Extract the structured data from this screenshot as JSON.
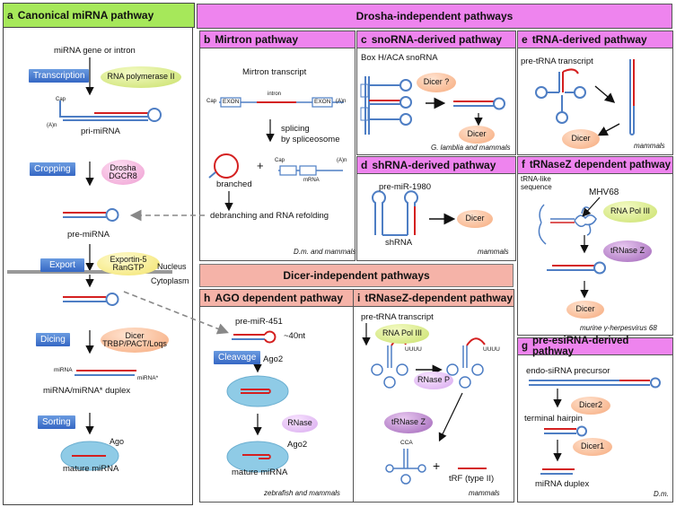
{
  "colors": {
    "green_header": "#a6e85a",
    "pink_header": "#ee84ee",
    "salmon_header": "#f5b3a8",
    "rna_red": "#d42020",
    "rna_blue": "#4e7ec4"
  },
  "panel_a": {
    "letter": "a",
    "title": "Canonical miRNA pathway",
    "gene": "miRNA gene or intron",
    "transcription": "Transcription",
    "pol2": "RNA polymerase II",
    "cap": "Cap",
    "an": "(A)n",
    "pri": "pri-miRNA",
    "cropping": "Cropping",
    "drosha": "Drosha",
    "dgcr8": "DGCR8",
    "pre": "pre-miRNA",
    "export": "Export",
    "exportin": "Exportin-5",
    "rangtp": "RanGTP",
    "nucleus": "Nucleus",
    "cytoplasm": "Cytoplasm",
    "dicing": "Dicing",
    "dicer": "Dicer",
    "trbp": "TRBP/PACT/Loqs",
    "mirna": "miRNA",
    "mirnastar": "miRNA*",
    "duplex": "miRNA/miRNA* duplex",
    "sorting": "Sorting",
    "ago": "Ago",
    "mature": "mature miRNA"
  },
  "drosha_header": "Drosha-independent pathways",
  "panel_b": {
    "letter": "b",
    "title": "Mirtron pathway",
    "transcript": "Mirtron transcript",
    "cap": "Cap",
    "exon1": "EXON",
    "intron": "intron",
    "exon2": "EXON",
    "an": "(A)n",
    "splicing1": "splicing",
    "splicing2": "by spliceosome",
    "branched": "branched",
    "plus": "+",
    "cap2": "Cap",
    "an2": "(A)n",
    "mrna": "mRNA",
    "debranch": "debranching and RNA refolding",
    "species": "D.m. and mammals"
  },
  "panel_c": {
    "letter": "c",
    "title": "snoRNA-derived pathway",
    "box": "Box H/ACA snoRNA",
    "dicerq": "Dicer ?",
    "dicer": "Dicer",
    "species": "G. lamblia and mammals"
  },
  "panel_d": {
    "letter": "d",
    "title": "shRNA-derived pathway",
    "premir": "pre-miR-1980",
    "shrna": "shRNA",
    "dicer": "Dicer",
    "species": "mammals"
  },
  "panel_e": {
    "letter": "e",
    "title": "tRNA-derived pathway",
    "pretrna": "pre-tRNA transcript",
    "dicer": "Dicer",
    "species": "mammals"
  },
  "panel_f": {
    "letter": "f",
    "title": "tRNaseZ dependent pathway",
    "trnalike1": "tRNA-like",
    "trnalike2": "sequence",
    "mhv": "MHV68",
    "pol3": "RNA Pol III",
    "trnasez": "tRNase Z",
    "dicer": "Dicer",
    "species": "murine γ-herpesvirus 68"
  },
  "dicer_header": "Dicer-independent pathways",
  "panel_h": {
    "letter": "h",
    "title": "AGO dependent pathway",
    "premir": "pre-miR-451",
    "nt": "~40nt",
    "cleavage": "Cleavage",
    "ago2": "Ago2",
    "rnase": "RNase",
    "ago2b": "Ago2",
    "mature": "mature miRNA",
    "species": "zebrafish and mammals"
  },
  "panel_i": {
    "letter": "i",
    "title": "tRNaseZ-dependent pathway",
    "pretrna": "pre-tRNA transcript",
    "pol3": "RNA Pol III",
    "uuuu1": "UUUU",
    "uuuu2": "UUUU",
    "rnasep": "RNase P",
    "trnasez": "tRNase Z",
    "cca": "CCA",
    "plus": "+",
    "trf": "tRF (type II)",
    "species": "mammals"
  },
  "panel_g": {
    "letter": "g",
    "title": "pre-esiRNA-derived pathway",
    "endo": "endo-siRNA precursor",
    "dicer2": "Dicer2",
    "hairpin": "terminal hairpin",
    "dicer1": "Dicer1",
    "duplex": "miRNA duplex",
    "species": "D.m."
  }
}
